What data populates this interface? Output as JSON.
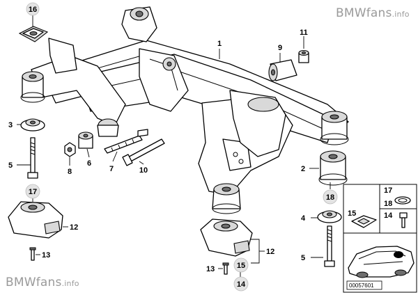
{
  "watermark": {
    "top_brand": "BMWfans",
    "top_suffix": ".info",
    "bottom_brand": "BMWfans",
    "bottom_suffix": ".info"
  },
  "callouts": {
    "c1": "1",
    "c2": "2",
    "c3": "3",
    "c4": "4",
    "c5a": "5",
    "c5b": "5",
    "c6": "6",
    "c7": "7",
    "c8": "8",
    "c9": "9",
    "c10": "10",
    "c11": "11",
    "c12a": "12",
    "c12b": "12",
    "c13a": "13",
    "c13b": "13",
    "c14a": "14",
    "c15a": "15",
    "c16": "16",
    "c17a": "17",
    "c18a": "18"
  },
  "inset": {
    "l17": "17",
    "l18": "18",
    "l15": "15",
    "l14": "14",
    "doc_number": "00057601"
  }
}
